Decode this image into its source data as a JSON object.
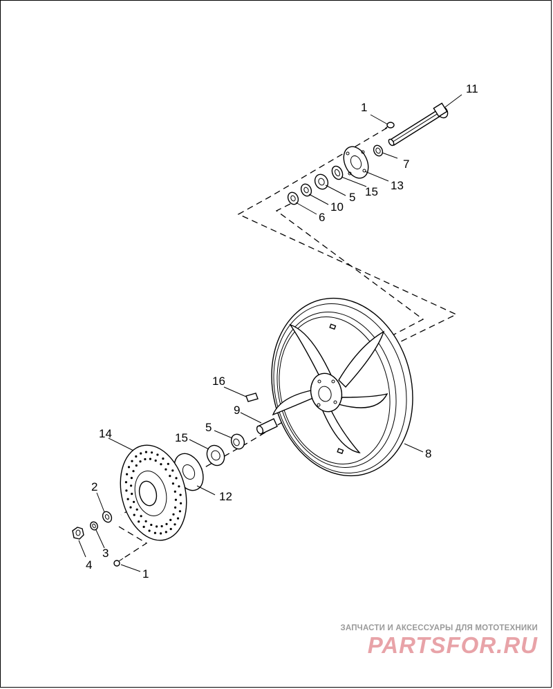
{
  "diagram": {
    "callouts": {
      "top_screw": "1",
      "axle": "11",
      "spacer": "7",
      "hub_plate": "13",
      "bearing_seal": "15",
      "bearing": "5",
      "spacer_ring": "10",
      "seal": "6",
      "wheel": "8",
      "balance_weight": "16",
      "sleeve": "9",
      "front_bearing": "5",
      "front_seal": "15",
      "brake_disc": "14",
      "adapter_plate": "12",
      "washer": "2",
      "lock_washer": "3",
      "nut": "4",
      "bottom_screw": "1"
    }
  },
  "watermark": {
    "tagline": "ЗАПЧАСТИ И АКСЕССУАРЫ ДЛЯ МОТОТЕХНИКИ",
    "brand": "PARTSFOR.RU",
    "color": "#e8a3a8"
  }
}
